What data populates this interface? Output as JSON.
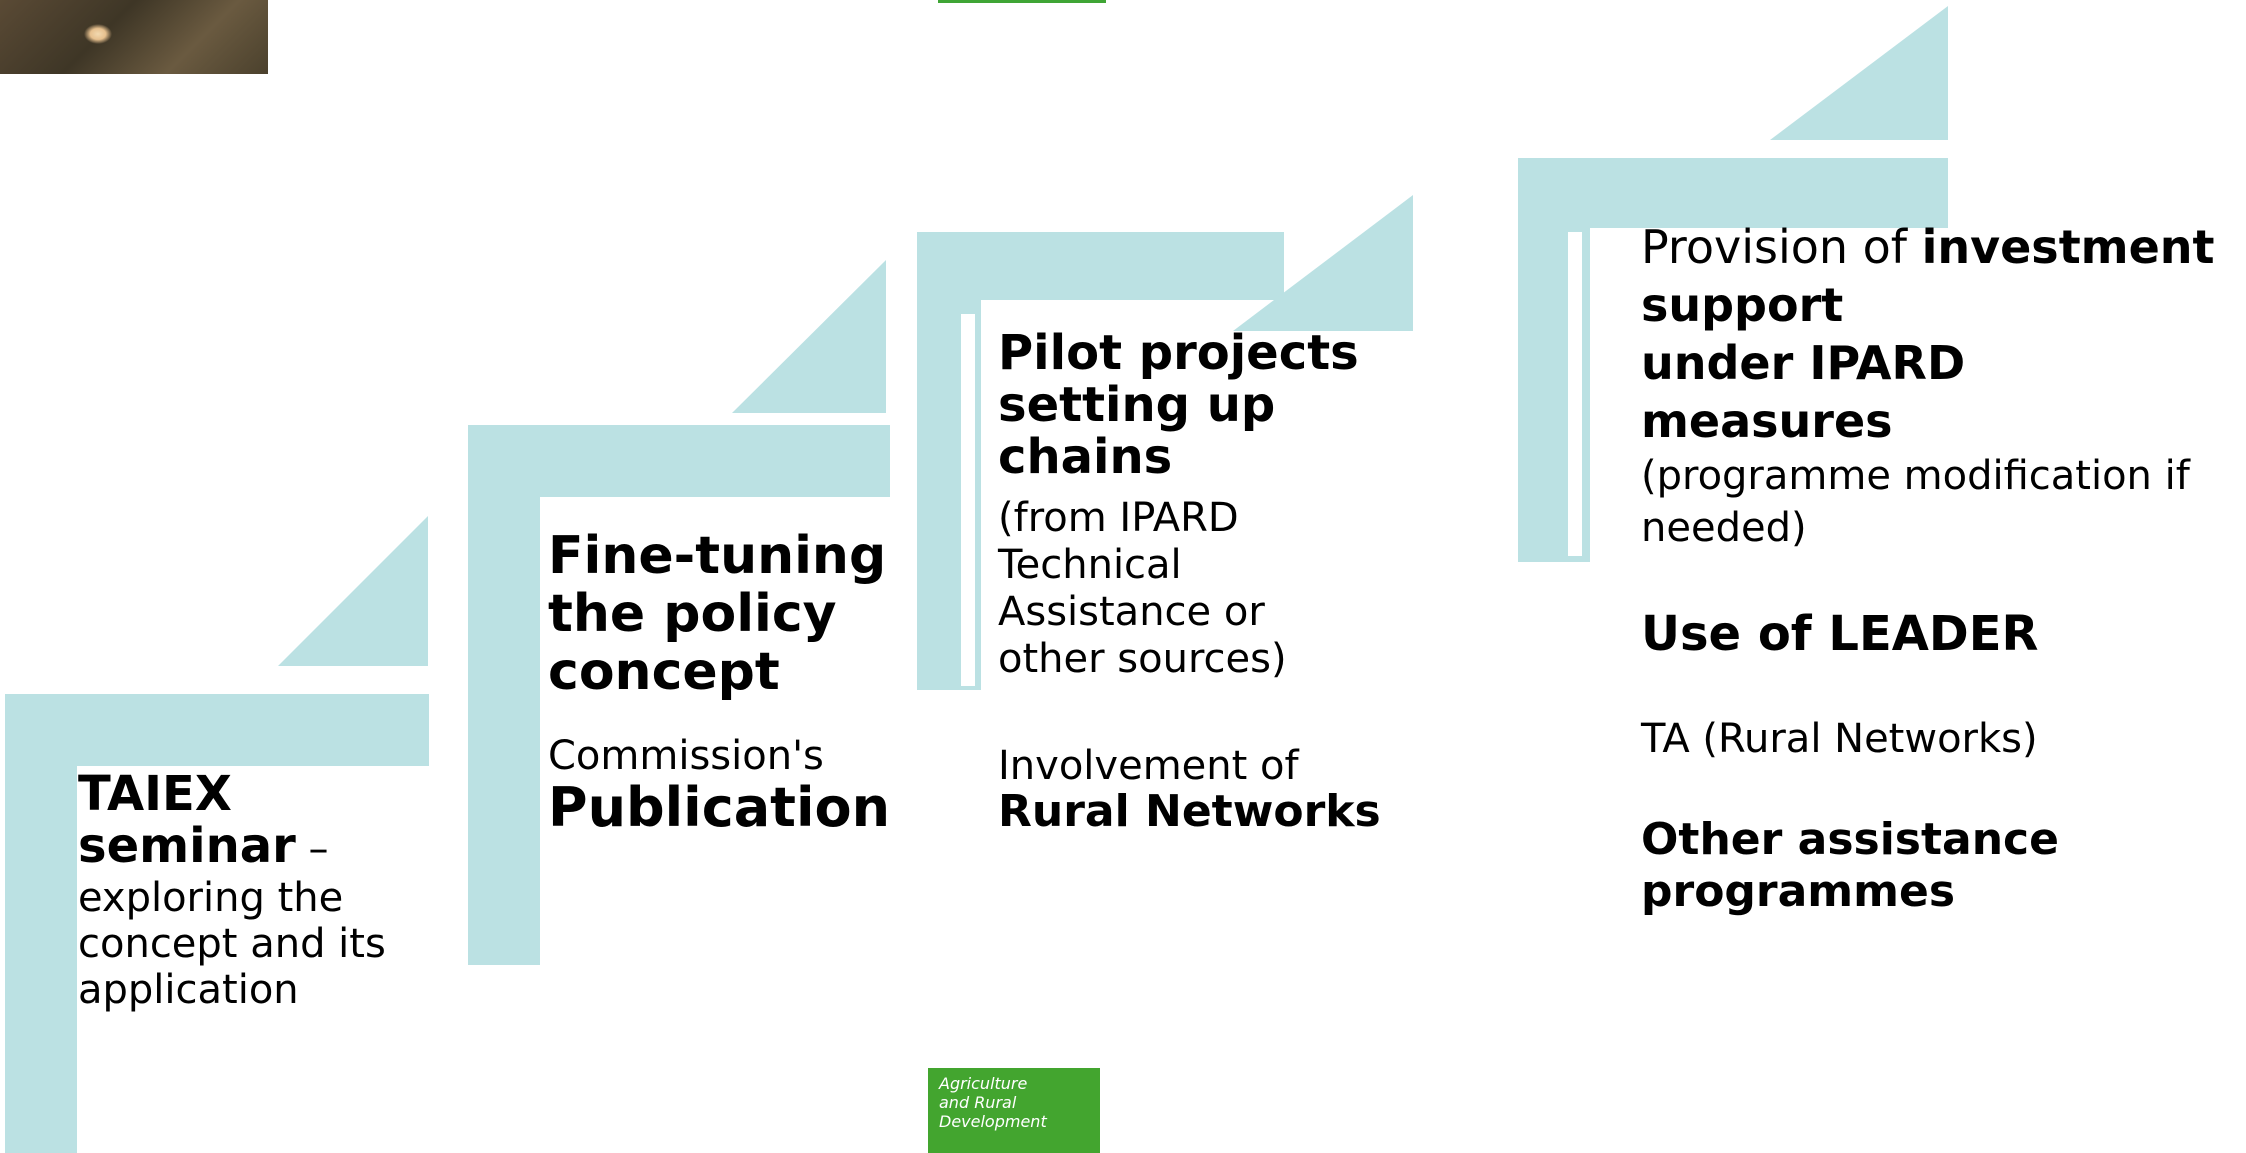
{
  "colors": {
    "step": "#bbe1e3",
    "logo_bg": "#43a52f",
    "logo_text": "#ffffff",
    "text": "#000000"
  },
  "steps": [
    {
      "title_line1": "TAIEX",
      "title_line2": "seminar",
      "dash": " –",
      "desc_line1": "exploring the",
      "desc_line2": "concept and its",
      "desc_line3": "application"
    },
    {
      "title_line1": "Fine-tuning",
      "title_line2": "the policy",
      "title_line3": "concept",
      "sub": "Commission's",
      "sub_bold": "Publication"
    },
    {
      "title_line1": "Pilot projects",
      "title_line2": "setting up",
      "title_line3": "chains",
      "desc_line1": "(from IPARD",
      "desc_line2": "Technical",
      "desc_line3": "Assistance or",
      "desc_line4": "other sources)",
      "inv": "Involvement of",
      "inv_bold": "Rural Networks"
    },
    {
      "prov": "Provision of ",
      "prov_bold": "investment",
      "title_line2": "support",
      "title_line3": "under IPARD",
      "title_line4": "measures",
      "desc_line1": "(programme modification if",
      "desc_line2": "needed)",
      "leader": "Use of LEADER",
      "ta": "TA (Rural Networks)",
      "other_line1": "Other assistance",
      "other_line2": "programmes"
    }
  ],
  "logo": {
    "line1": "Agriculture",
    "line2": "and Rural",
    "line3": "Development"
  }
}
